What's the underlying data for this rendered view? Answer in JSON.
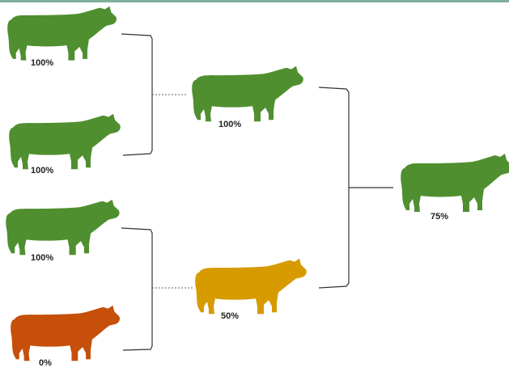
{
  "colors": {
    "green": "#4f8f2f",
    "yellow": "#d79b00",
    "orange": "#c64f0a",
    "bracket": "#333333",
    "dotted": "#666666"
  },
  "animals": [
    {
      "id": "gp1",
      "label": "100%",
      "color": "green"
    },
    {
      "id": "gp2",
      "label": "100%",
      "color": "green"
    },
    {
      "id": "gp3",
      "label": "100%",
      "color": "green"
    },
    {
      "id": "gp4",
      "label": "0%",
      "color": "orange"
    },
    {
      "id": "p1",
      "label": "100%",
      "color": "green"
    },
    {
      "id": "p2",
      "label": "50%",
      "color": "yellow"
    },
    {
      "id": "child",
      "label": "75%",
      "color": "green"
    }
  ]
}
